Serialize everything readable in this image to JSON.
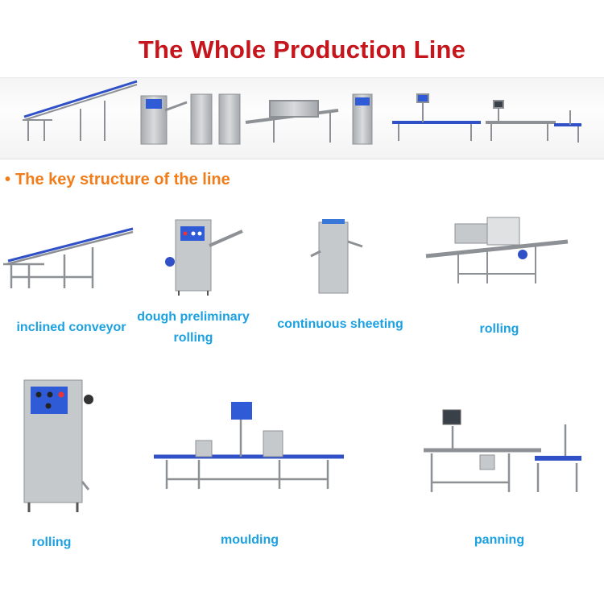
{
  "header": {
    "title": "The Whole Production Line"
  },
  "section": {
    "bullet": "•",
    "heading": "The key structure of the line"
  },
  "stations": [
    {
      "label": "inclined conveyor"
    },
    {
      "label_line1": "dough preliminary",
      "label_line2": "rolling"
    },
    {
      "label": "continuous sheeting"
    },
    {
      "label": "rolling"
    },
    {
      "label": "rolling"
    },
    {
      "label": "moulding"
    },
    {
      "label": "panning"
    }
  ],
  "colors": {
    "title_red": "#c4161c",
    "heading_orange": "#f07d1a",
    "label_blue": "#1ba1e2",
    "steel": "#b9bcbf",
    "panel_blue": "#2f5bd6",
    "belt_blue": "#3050c8"
  }
}
